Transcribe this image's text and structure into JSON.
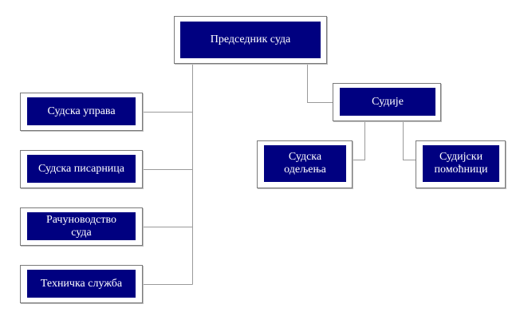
{
  "colors": {
    "box_fill": "#000080",
    "box_text": "#ffffff",
    "frame_border": "#7a7a7a",
    "connector": "#9a9a9a",
    "background": "#ffffff"
  },
  "nodes": {
    "president": {
      "label": "Председник суда"
    },
    "judges": {
      "label": "Судије"
    },
    "court_administration": {
      "label": "Судска управа"
    },
    "court_registry": {
      "label": "Судска писарница"
    },
    "accounting": {
      "lines": [
        "Рачуноводство",
        "суда"
      ]
    },
    "technical_service": {
      "label": "Техничка служба"
    },
    "court_departments": {
      "lines": [
        "Судска",
        "одељења"
      ]
    },
    "judicial_assistants": {
      "lines": [
        "Судијски",
        "помоћници"
      ]
    }
  },
  "hierarchy": [
    {
      "from": "president",
      "to": "court_administration"
    },
    {
      "from": "president",
      "to": "court_registry"
    },
    {
      "from": "president",
      "to": "accounting"
    },
    {
      "from": "president",
      "to": "technical_service"
    },
    {
      "from": "president",
      "to": "judges"
    },
    {
      "from": "judges",
      "to": "court_departments"
    },
    {
      "from": "judges",
      "to": "judicial_assistants"
    }
  ]
}
